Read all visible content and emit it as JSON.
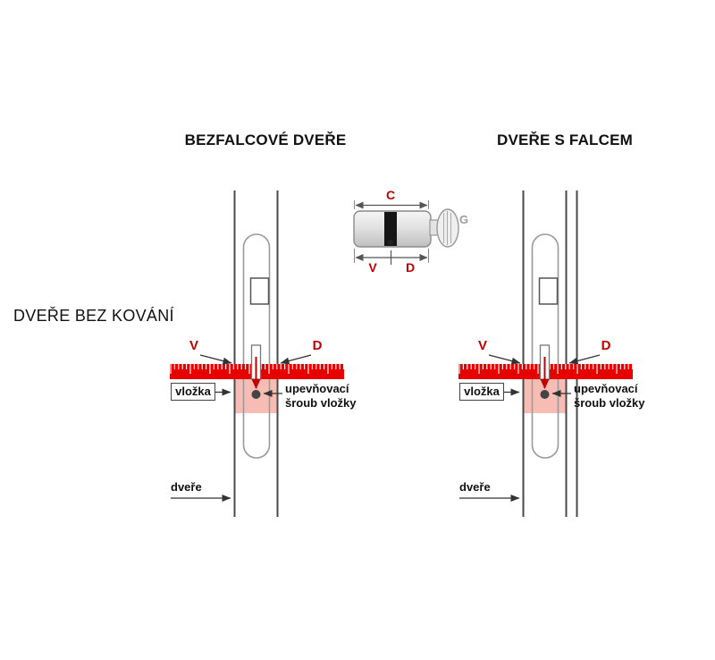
{
  "headings": {
    "left": "BEZFALCOVÉ DVEŘE",
    "right": "DVEŘE S FALCEM",
    "side": "DVEŘE BEZ KOVÁNÍ"
  },
  "cylinder_diagram": {
    "width_label": "C",
    "left_label": "V",
    "right_label": "D",
    "knob_label": "G"
  },
  "door_diagram": {
    "v_label": "V",
    "d_label": "D",
    "cylinder_label": "vložka",
    "screw_label": "upevňovací šroub vložky",
    "door_label": "dveře"
  },
  "colors": {
    "dimension_red": "#c00000",
    "ruler_red": "#e60000",
    "highlight_pink": "#f7bcb3",
    "line_gray": "#4a4a4a"
  }
}
